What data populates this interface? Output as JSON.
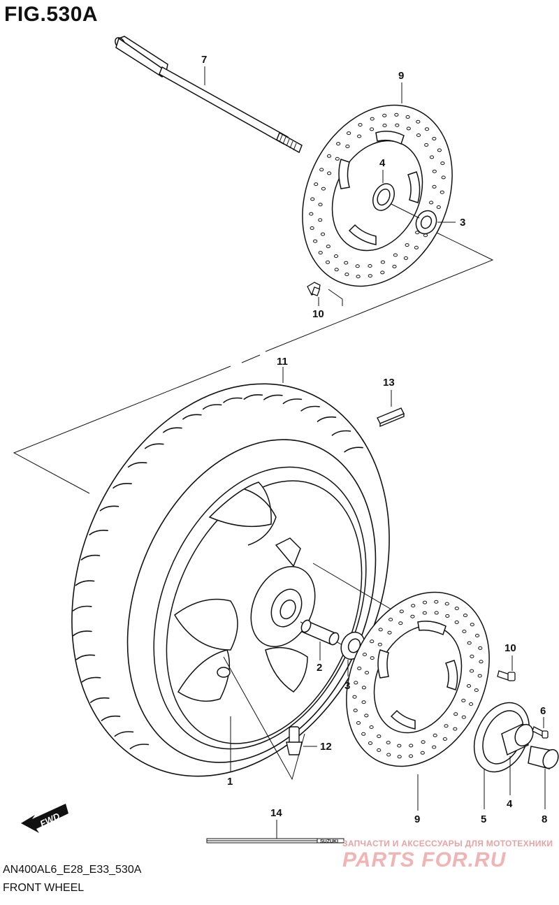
{
  "figure": {
    "title": "FIG.530A",
    "code": "AN400AL6_E28_E33_530A",
    "caption": "FRONT WHEEL"
  },
  "callouts": {
    "axle": "7",
    "disc_upper": "9",
    "bearing_upper": "4",
    "spacer_upper": "3",
    "bolt_upper": "10",
    "tire": "11",
    "weight": "13",
    "collar": "2",
    "spacer_lower": "3",
    "disc_lower": "9",
    "bolt_lower": "10",
    "screw": "6",
    "sensor_ring": "5",
    "bearing_lower": "4",
    "dust_collar": "8",
    "valve": "12",
    "wheel": "1",
    "tape": "14"
  },
  "labels": {
    "fwd_arrow": "FWD",
    "tape_brand": "SUZUKI"
  },
  "watermark": {
    "top_text": "ЗАПЧАСТИ И АКСЕССУАРЫ ДЛЯ МОТОТЕХНИКИ",
    "logo_text": "PARTS FOR.RU"
  }
}
